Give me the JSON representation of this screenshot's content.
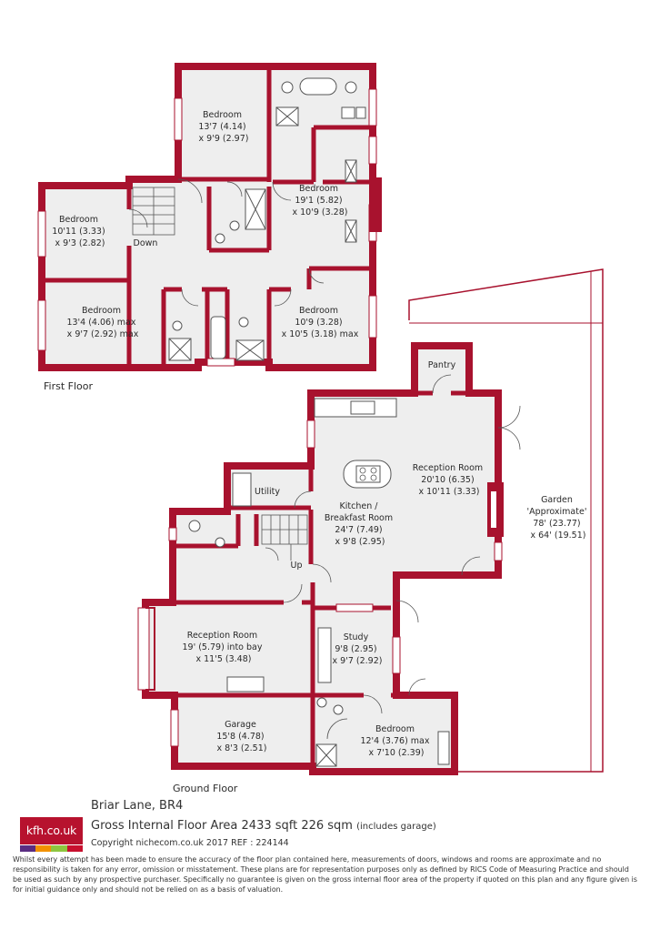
{
  "first_floor": {
    "label": "First Floor",
    "rooms": [
      {
        "name": "Bedroom",
        "dims": [
          "13'7 (4.14)",
          "x 9'9 (2.97)"
        ]
      },
      {
        "name": "Bedroom",
        "dims": [
          "19'1 (5.82)",
          "x 10'9 (3.28)"
        ]
      },
      {
        "name": "Bedroom",
        "dims": [
          "10'11 (3.33)",
          "x 9'3 (2.82)"
        ]
      },
      {
        "name": "Bedroom",
        "dims": [
          "13'4 (4.06) max",
          "x 9'7 (2.92) max"
        ]
      },
      {
        "name": "Bedroom",
        "dims": [
          "10'9 (3.28)",
          "x 10'5 (3.18) max"
        ]
      }
    ],
    "stairs_label": "Down"
  },
  "ground_floor": {
    "label": "Ground Floor",
    "pantry": "Pantry",
    "utility": "Utility",
    "stairs_label": "Up",
    "reception_1": {
      "name": "Reception Room",
      "dims": [
        "20'10 (6.35)",
        "x 10'11 (3.33)"
      ]
    },
    "kitchen": {
      "name": [
        "Kitchen /",
        "Breakfast Room"
      ],
      "dims": [
        "24'7 (7.49)",
        "x 9'8 (2.95)"
      ]
    },
    "reception_2": {
      "name": "Reception Room",
      "dims": [
        "19' (5.79) into bay",
        "x 11'5 (3.48)"
      ]
    },
    "study": {
      "name": "Study",
      "dims": [
        "9'8 (2.95)",
        "x 9'7 (2.92)"
      ]
    },
    "garage": {
      "name": "Garage",
      "dims": [
        "15'8 (4.78)",
        "x 8'3 (2.51)"
      ]
    },
    "bedroom": {
      "name": "Bedroom",
      "dims": [
        "12'4 (3.76) max",
        "x 7'10 (2.39)"
      ]
    },
    "garden": {
      "name": [
        "Garden",
        "'Approximate'"
      ],
      "dims": [
        "78' (23.77)",
        "x 64' (19.51)"
      ]
    }
  },
  "footer": {
    "logo_text": "kfh.co.uk",
    "address": "Briar Lane, BR4",
    "area_main": "Gross Internal Floor Area 2433 sqft 226 sqm",
    "area_note": "(includes garage)",
    "copyright": "Copyright nichecom.co.uk 2017 REF : 224144",
    "disclaimer": "Whilst every attempt has been made to ensure the accuracy of the floor plan contained here, measurements of doors, windows and rooms are approximate and no responsibility is taken for any error, omission or misstatement. These plans are for representation purposes only as defined by RICS Code of Measuring Practice and should be used as such by any prospective purchaser.  Specifically no guarantee is given on the gross internal floor area of the property if quoted on this plan and any figure given is for initial guidance only and should not be relied on as a basis of valuation."
  },
  "colors": {
    "wall": "#a8122e",
    "floor": "#eeeeee",
    "logo_red": "#b7122e",
    "stripe_purple": "#5a2d82",
    "stripe_orange": "#f29200",
    "stripe_green": "#8dc63f",
    "stripe_pink": "#c8102e"
  }
}
